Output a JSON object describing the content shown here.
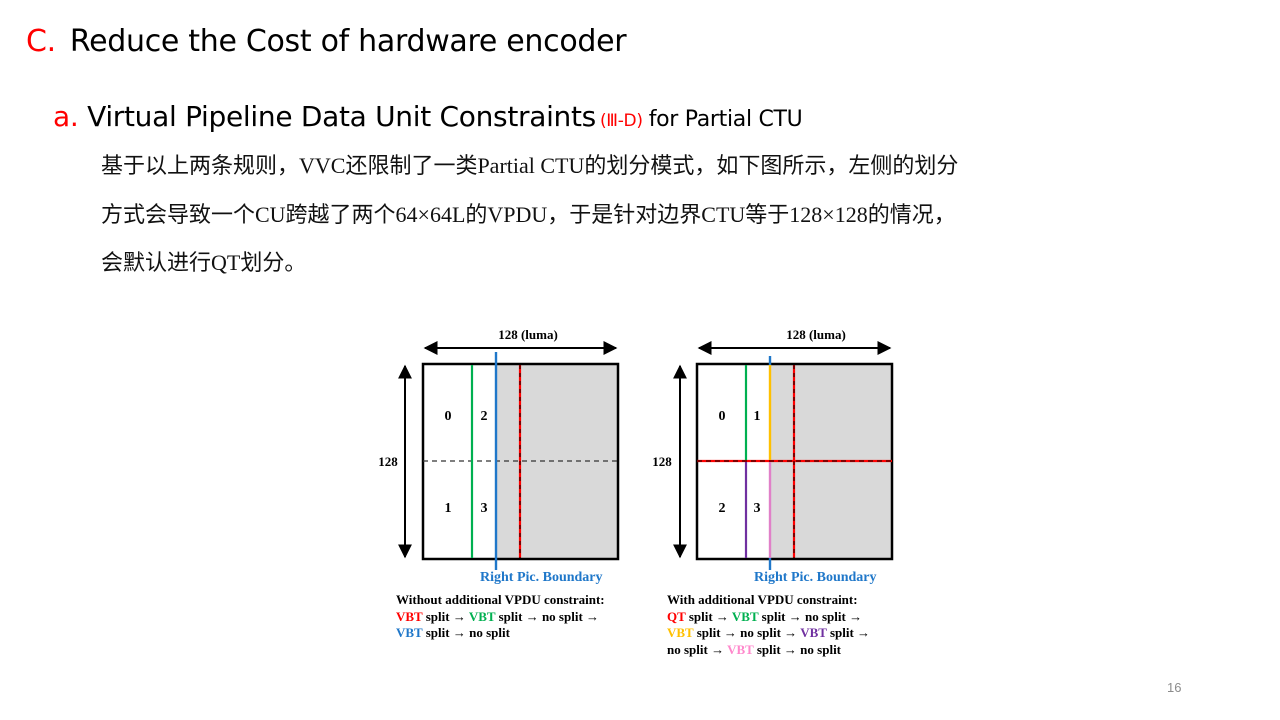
{
  "slide": {
    "title": {
      "marker": "C.",
      "text": "Reduce the Cost of hardware encoder"
    },
    "subtitle": {
      "marker": "a.",
      "text": "Virtual Pipeline Data Unit Constraints",
      "ref": "(Ⅲ-D)",
      "tail": "for Partial CTU"
    },
    "body_lines": [
      "基于以上两条规则，VVC还限制了一类Partial CTU的划分模式，如下图所示，左侧的划分",
      "方式会导致一个CU跨越了两个64×64L的VPDU，于是针对边界CTU等于128×128的情况，",
      "会默认进行QT划分。"
    ],
    "page_number": "16"
  },
  "diagrams": [
    {
      "id": "without-constraint",
      "width_label": "128 (luma)",
      "height_label": "128",
      "block_labels": [
        "0",
        "2",
        "1",
        "3"
      ],
      "boundary_label": "Right Pic. Boundary",
      "caption_title": "Without additional VPDU constraint:",
      "caption_seq": [
        {
          "text": "VBT",
          "color": "#ff0000"
        },
        {
          "text": " split → ",
          "color": "#000000"
        },
        {
          "text": "VBT",
          "color": "#00b050"
        },
        {
          "text": " split → no split →",
          "color": "#000000"
        },
        {
          "text": "\n"
        },
        {
          "text": "VBT",
          "color": "#1f77c9"
        },
        {
          "text": " split → no split",
          "color": "#000000"
        }
      ]
    },
    {
      "id": "with-constraint",
      "width_label": "128 (luma)",
      "height_label": "128",
      "block_labels": [
        "0",
        "1",
        "2",
        "3"
      ],
      "boundary_label": "Right Pic. Boundary",
      "caption_title": "With additional VPDU constraint:",
      "caption_seq": [
        {
          "text": "QT",
          "color": "#ff0000"
        },
        {
          "text": " split → ",
          "color": "#000000"
        },
        {
          "text": "VBT",
          "color": "#00b050"
        },
        {
          "text": " split → no split →",
          "color": "#000000"
        },
        {
          "text": "\n"
        },
        {
          "text": "VBT",
          "color": "#ffc000"
        },
        {
          "text": " split → no split → ",
          "color": "#000000"
        },
        {
          "text": "VBT",
          "color": "#7030a0"
        },
        {
          "text": " split →",
          "color": "#000000"
        },
        {
          "text": "\n"
        },
        {
          "text": "no split → ",
          "color": "#000000"
        },
        {
          "text": "VBT",
          "color": "#ff88cc"
        },
        {
          "text": " split → no split",
          "color": "#000000"
        }
      ]
    }
  ],
  "colors": {
    "accent_red": "#ff0000",
    "boundary_blue": "#1f77c9",
    "green": "#00b050",
    "yellow": "#ffc000",
    "purple": "#7030a0",
    "pink": "#e080c8",
    "outside_gray": "#d9d9d9"
  }
}
